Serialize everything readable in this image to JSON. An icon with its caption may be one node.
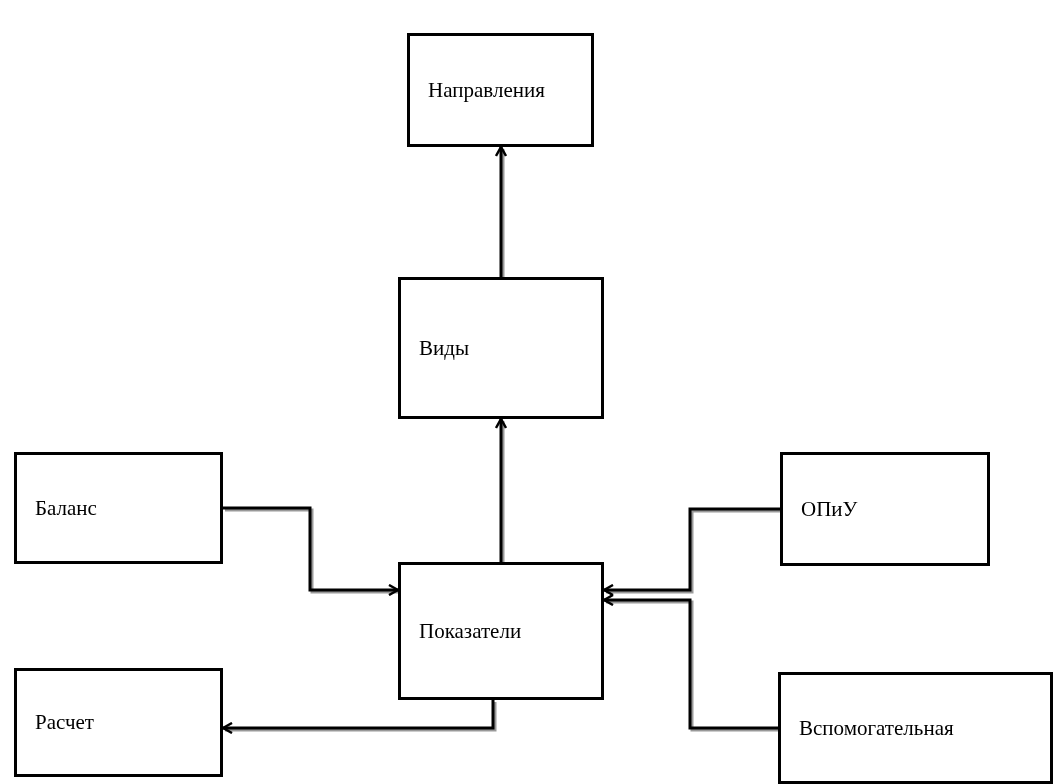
{
  "diagram": {
    "nodes": [
      {
        "text": [
          "Направления"
        ]
      },
      {
        "text": [
          "Виды"
        ]
      },
      {
        "text": [
          "Баланс"
        ]
      },
      {
        "text": [
          "ОПиУ"
        ]
      },
      {
        "text": [
          "Показатели"
        ]
      },
      {
        "text": [
          "Расчет"
        ]
      },
      {
        "text": [
          "Вспомогательная"
        ]
      }
    ],
    "edges": [
      {
        "from": 1,
        "to": 0,
        "arrow": "to"
      },
      {
        "from": 4,
        "to": 1,
        "arrow": "to"
      },
      {
        "from": 2,
        "to": 4,
        "arrow": "to"
      },
      {
        "from": 3,
        "to": 4,
        "arrow": "to"
      },
      {
        "from": 6,
        "to": 4,
        "arrow": "to"
      },
      {
        "from": 4,
        "to": 5,
        "arrow": "to"
      }
    ]
  }
}
